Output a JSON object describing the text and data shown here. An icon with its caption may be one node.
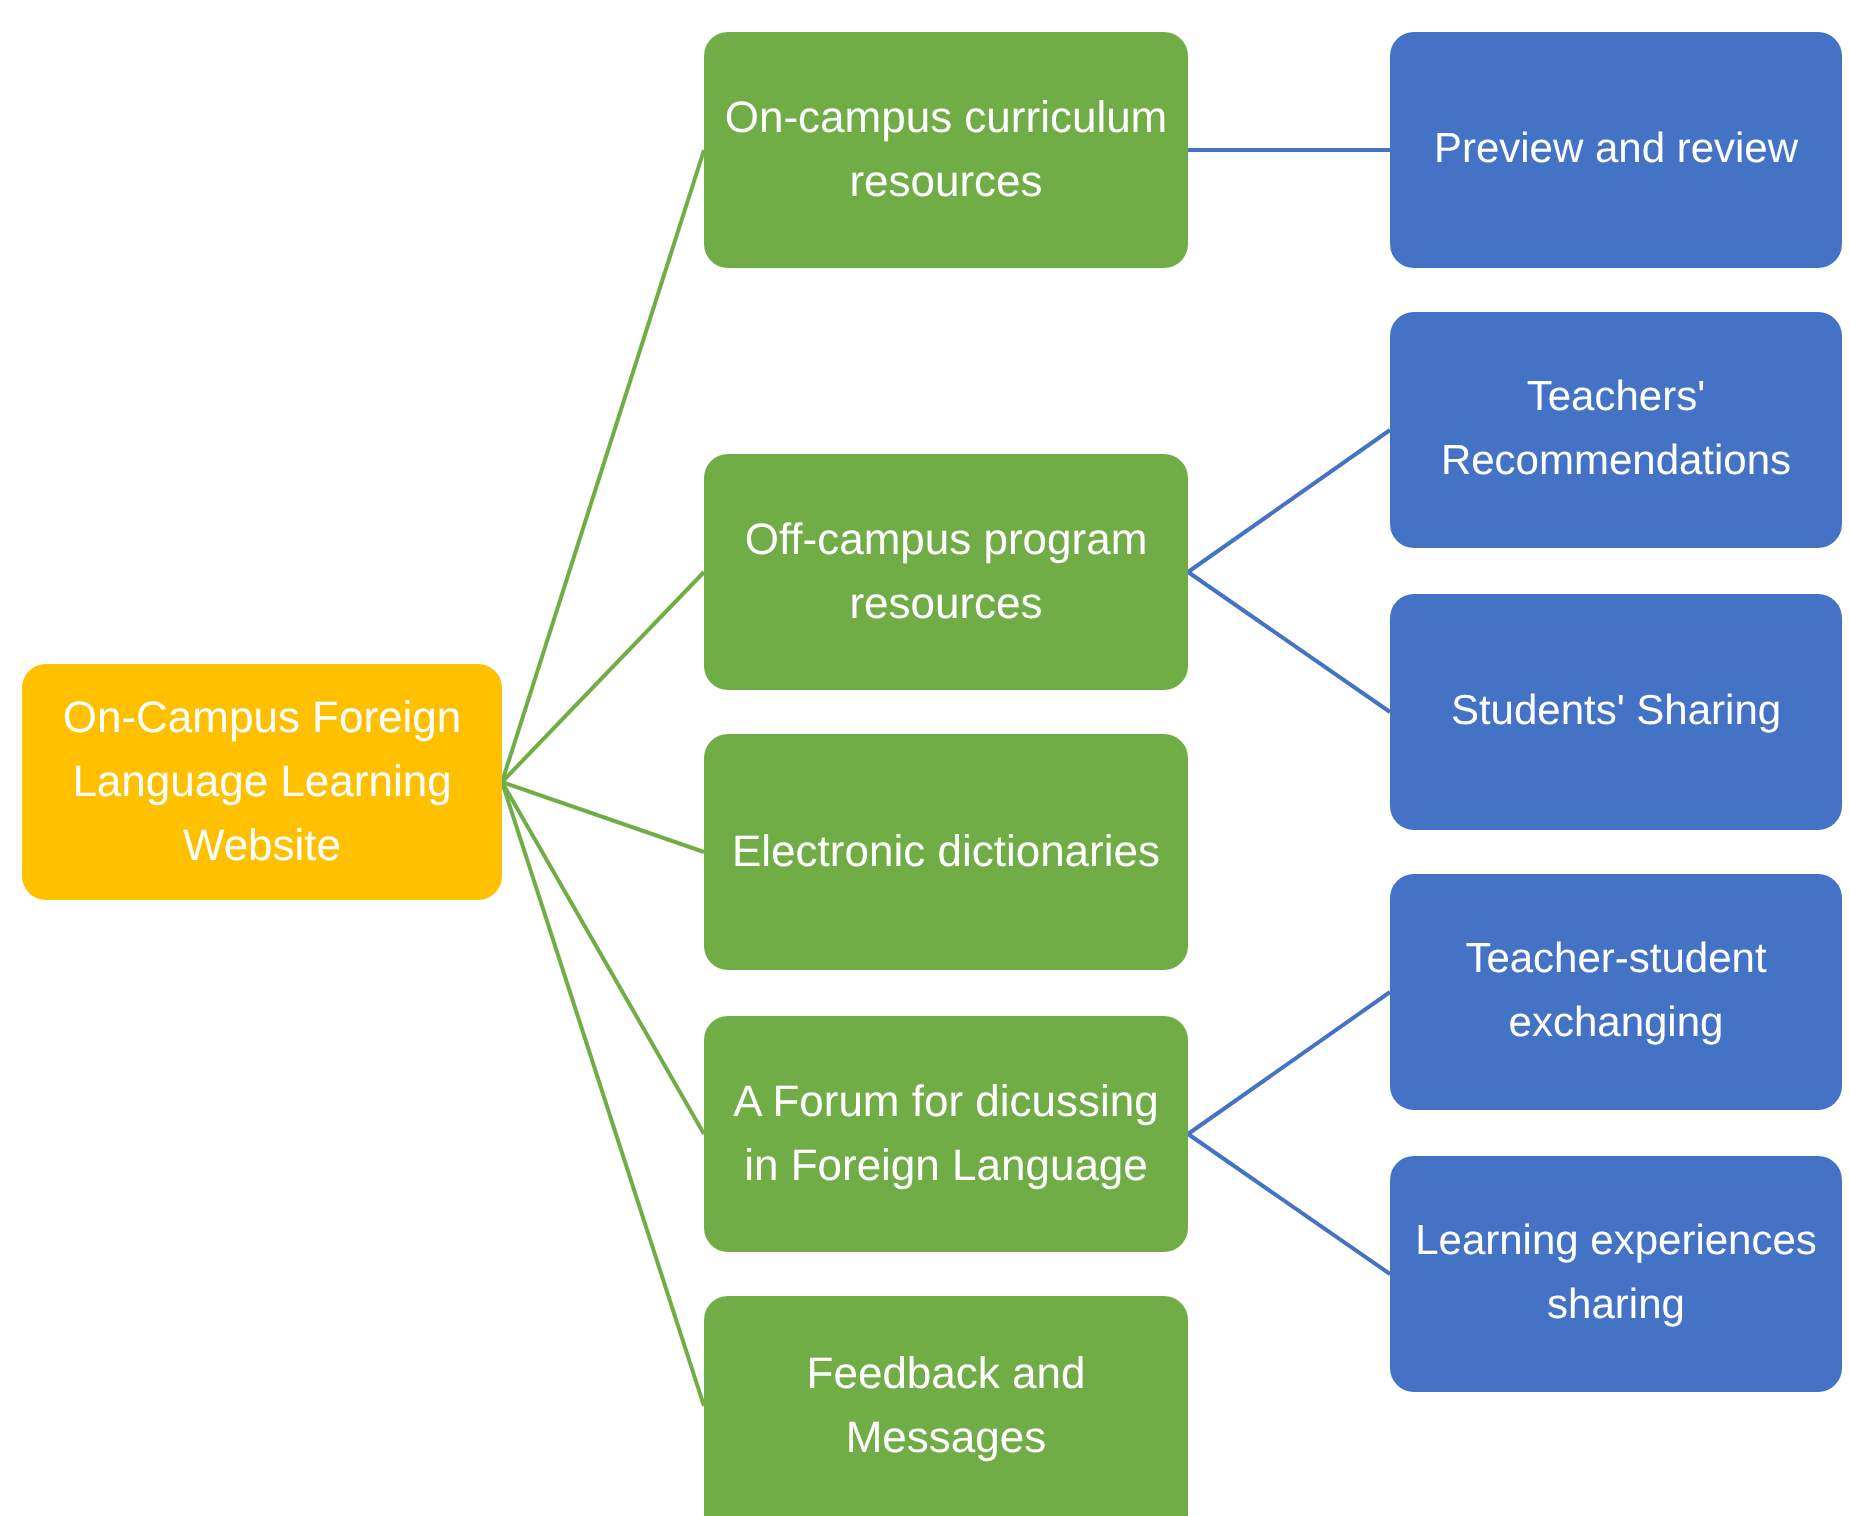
{
  "diagram": {
    "nodes": [
      {
        "text": [
          "On-Campus Foreign Language Learning Website"
        ]
      },
      {
        "text": [
          "On-campus curriculum resources"
        ]
      },
      {
        "text": [
          "Off-campus program resources"
        ]
      },
      {
        "text": [
          "Electronic dictionaries"
        ]
      },
      {
        "text": [
          "A  Forum for dicussing in Foreign Language"
        ]
      },
      {
        "text": [
          "Feedback and Messages"
        ]
      },
      {
        "text": [
          "Preview and review"
        ]
      },
      {
        "text": [
          "Teachers' Recommendations"
        ]
      },
      {
        "text": [
          "Students' Sharing"
        ]
      },
      {
        "text": [
          "Teacher-student exchanging"
        ]
      },
      {
        "text": [
          "Learning experiences sharing"
        ]
      }
    ],
    "edges": [
      {
        "from": 0,
        "to": 1,
        "arrow": "none"
      },
      {
        "from": 0,
        "to": 2,
        "arrow": "none"
      },
      {
        "from": 0,
        "to": 3,
        "arrow": "none"
      },
      {
        "from": 0,
        "to": 4,
        "arrow": "none"
      },
      {
        "from": 0,
        "to": 5,
        "arrow": "none"
      },
      {
        "from": 1,
        "to": 6,
        "arrow": "none",
        "color": "#4472c4"
      },
      {
        "from": 2,
        "to": 7,
        "arrow": "none",
        "color": "#4472c4"
      },
      {
        "from": 2,
        "to": 8,
        "arrow": "none",
        "color": "#4472c4"
      },
      {
        "from": 4,
        "to": 9,
        "arrow": "none",
        "color": "#4472c4"
      },
      {
        "from": 4,
        "to": 10,
        "arrow": "none",
        "color": "#4472c4"
      }
    ]
  }
}
